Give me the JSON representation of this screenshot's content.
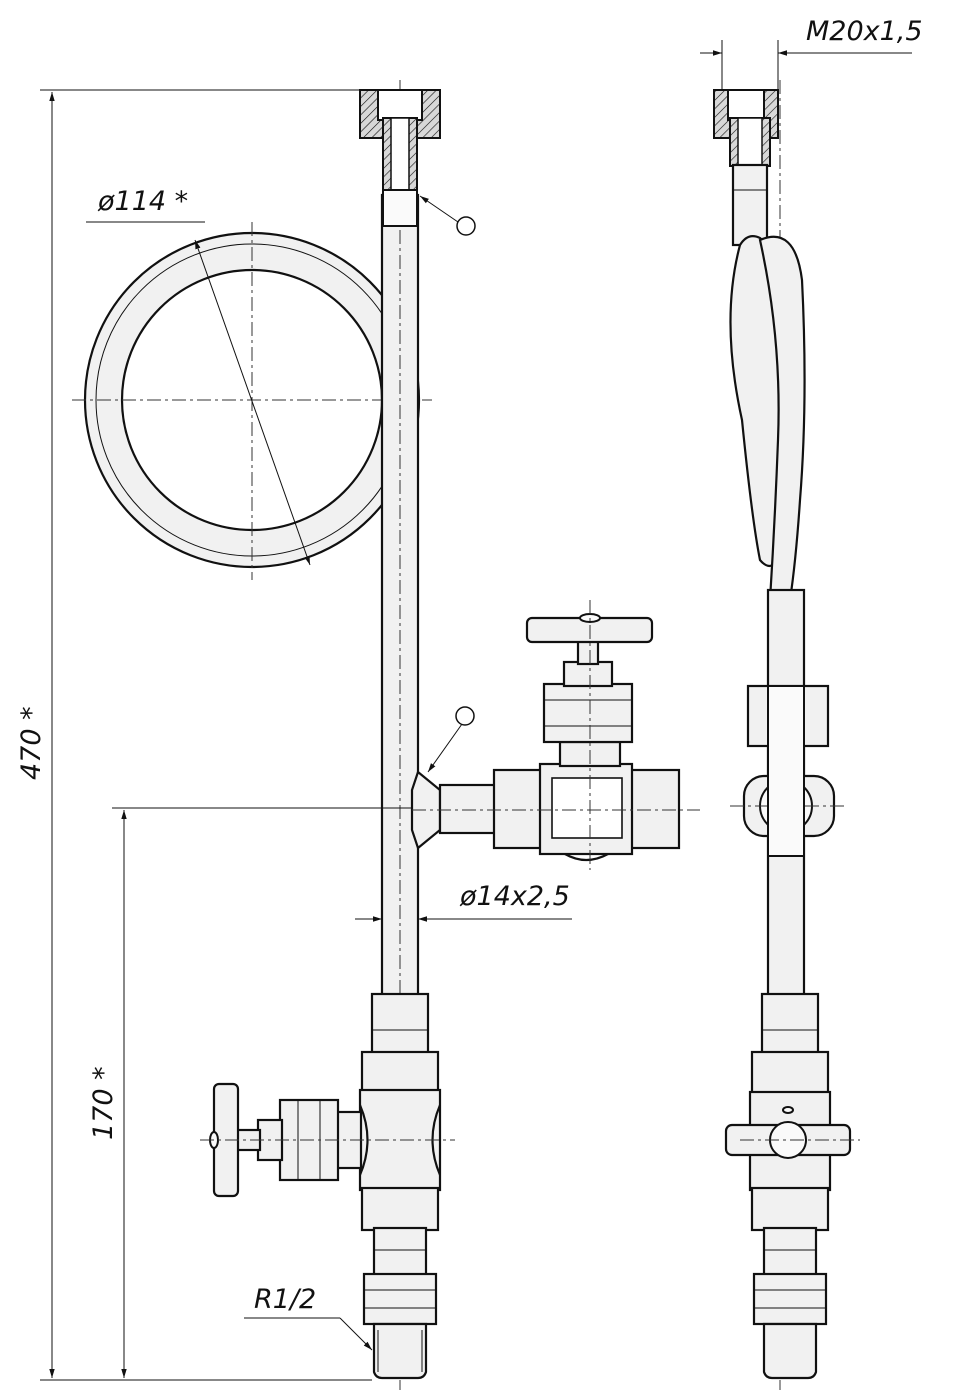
{
  "dimensions": {
    "thread_top": "M20x1,5",
    "coil_diameter": "ø114 *",
    "total_height": "470 *",
    "lower_height": "170 *",
    "tube_size": "ø14x2,5",
    "pipe_thread": "R1/2"
  },
  "colors": {
    "line": "#111111",
    "fill": "#f1f1f1",
    "background": "#ffffff"
  }
}
